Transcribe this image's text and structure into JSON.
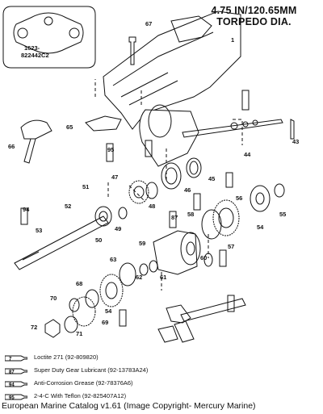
{
  "title": {
    "line1": "4.75 IN/120.65MM",
    "line2": "TORPEDO DIA."
  },
  "tool_inset": {
    "part_no": "1623-",
    "part_no2": "822442C2"
  },
  "callouts": [
    "67",
    "1",
    "65",
    "66",
    "95",
    "43",
    "44",
    "45",
    "47",
    "51",
    "52",
    "46",
    "48",
    "56",
    "55",
    "94",
    "53",
    "50",
    "49",
    "58",
    "87",
    "54",
    "59",
    "57",
    "60",
    "63",
    "62",
    "61",
    "68",
    "70",
    "69",
    "72",
    "71"
  ],
  "sealant_refs": [
    "95",
    "94",
    "7",
    "87"
  ],
  "legend": [
    {
      "num": "7",
      "text": "Loctite 271 (92-809820)"
    },
    {
      "num": "87",
      "text": "Super Duty Gear Lubricant (92-13783A24)"
    },
    {
      "num": "94",
      "text": "Anti-Corrosion Grease (92-78376A6)"
    },
    {
      "num": "95",
      "text": "2-4-C  With Teflon (92-825407A12)"
    }
  ],
  "footer": "European Marine Catalog v1.61 (Image Copyright- Mercury Marine)"
}
